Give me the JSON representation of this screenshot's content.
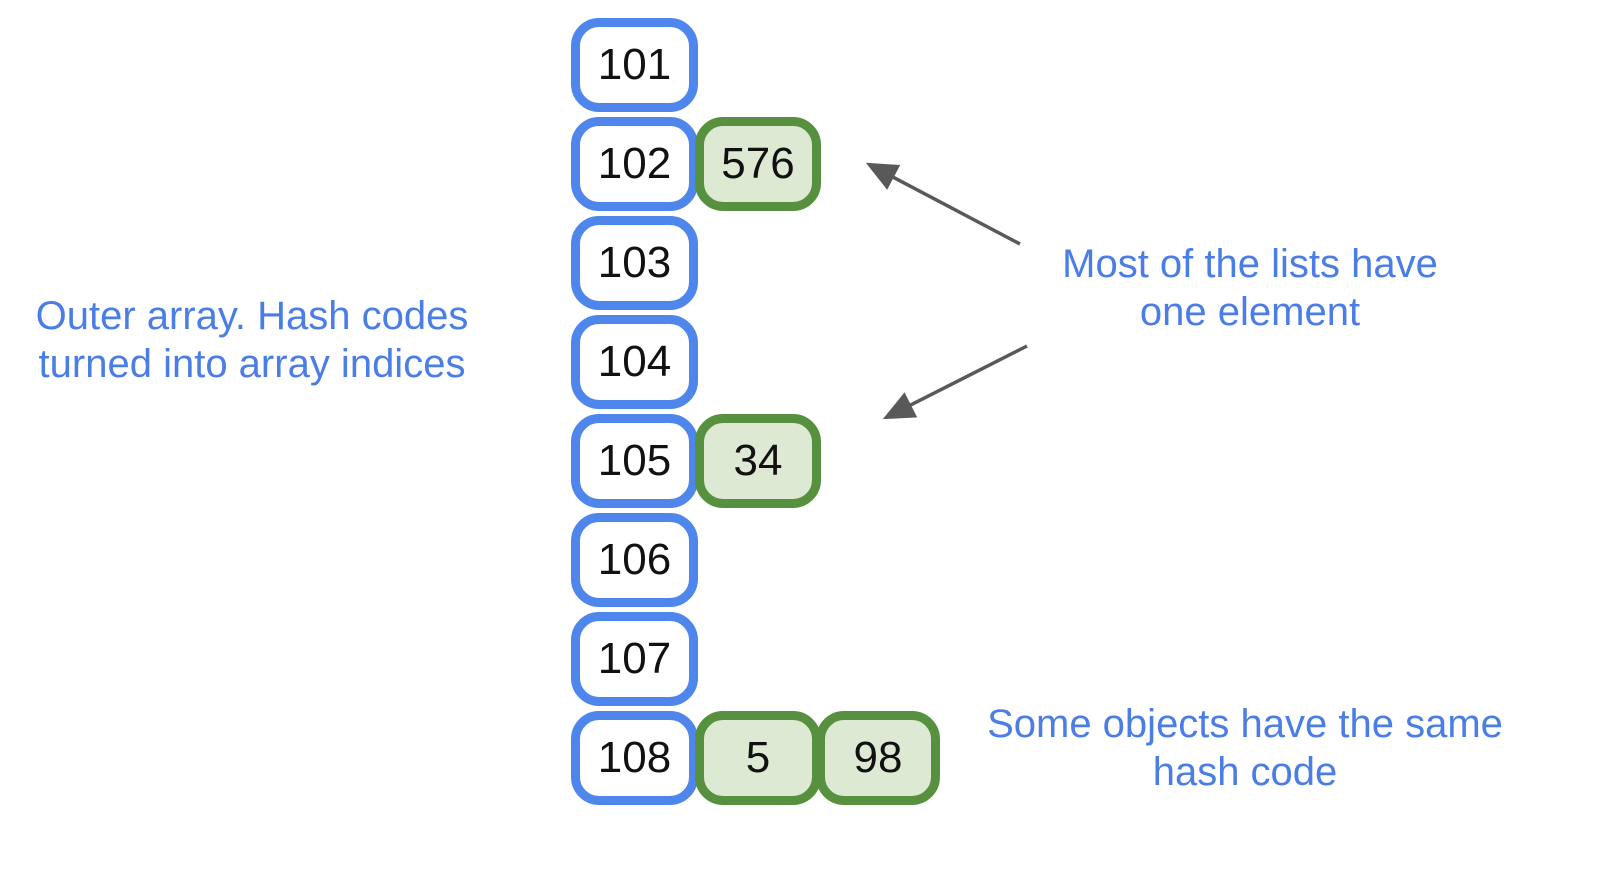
{
  "annotations": {
    "outer_array": {
      "line1": "Outer array. Hash codes",
      "line2": "turned into array indices"
    },
    "most_lists": {
      "line1": "Most of the lists have",
      "line2": "one element"
    },
    "same_hash": {
      "line1": "Some objects have the same",
      "line2": "hash code"
    }
  },
  "buckets": [
    {
      "index": "101",
      "values": []
    },
    {
      "index": "102",
      "values": [
        "576"
      ]
    },
    {
      "index": "103",
      "values": []
    },
    {
      "index": "104",
      "values": []
    },
    {
      "index": "105",
      "values": [
        "34"
      ]
    },
    {
      "index": "106",
      "values": []
    },
    {
      "index": "107",
      "values": []
    },
    {
      "index": "108",
      "values": [
        "5",
        "98"
      ]
    }
  ],
  "icons": {
    "arrow_to_576": "arrow-up-left",
    "arrow_to_34": "arrow-down-left"
  },
  "colors": {
    "blue_border": "#4e86ec",
    "blue_text": "#4a7de5",
    "green_border": "#579140",
    "green_fill": "#dde9d3",
    "arrow": "#595959",
    "number_color": "#111111",
    "bg": "#ffffff"
  }
}
